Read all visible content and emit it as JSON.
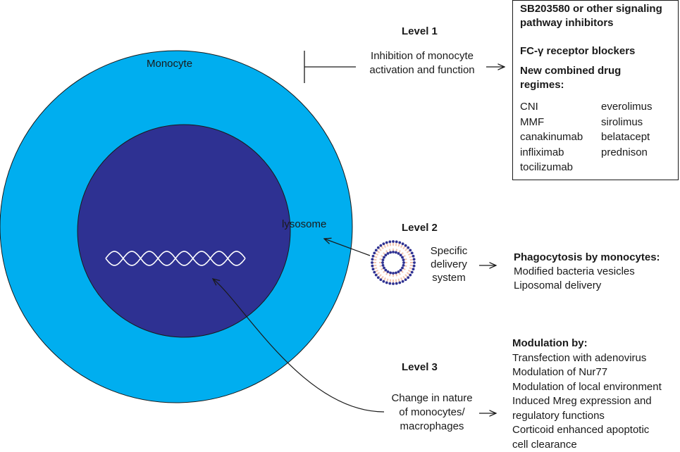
{
  "cell": {
    "monocyte_label": "Monocyte",
    "lysosome_label": "lysosome",
    "colors": {
      "outer": "#00AEEF",
      "inner": "#2E3192",
      "dna": "#ffffff",
      "vesicle_head": "#2E3192",
      "vesicle_tail": "#F2C6B2"
    }
  },
  "level1": {
    "heading": "Level 1",
    "description_lines": [
      "Inhibition of monocyte",
      "activation and function"
    ],
    "box": {
      "item1_lines": [
        "SB203580 or other signaling",
        "pathway inhibitors"
      ],
      "item2": "FC-γ receptor blockers",
      "item3_lines": [
        "New combined drug",
        "regimes:"
      ],
      "drugs_left": [
        "CNI",
        "MMF",
        "canakinumab",
        "infliximab",
        "tocilizumab"
      ],
      "drugs_right": [
        "everolimus",
        "sirolimus",
        "belatacept",
        "prednison"
      ]
    }
  },
  "level2": {
    "heading": "Level 2",
    "description_lines": [
      "Specific",
      "delivery",
      "system"
    ],
    "result_heading": "Phagocytosis by monocytes:",
    "result_lines": [
      "Modified bacteria vesicles",
      "Liposomal delivery"
    ]
  },
  "level3": {
    "heading": "Level 3",
    "description_lines": [
      "Change in nature",
      "of monocytes/",
      "macrophages"
    ],
    "result_heading": "Modulation by:",
    "result_lines": [
      "Transfection with adenovirus",
      "Modulation of Nur77",
      "Modulation of local environment",
      "Induced Mreg expression and",
      "regulatory functions",
      "Corticoid enhanced apoptotic",
      "cell clearance"
    ]
  }
}
